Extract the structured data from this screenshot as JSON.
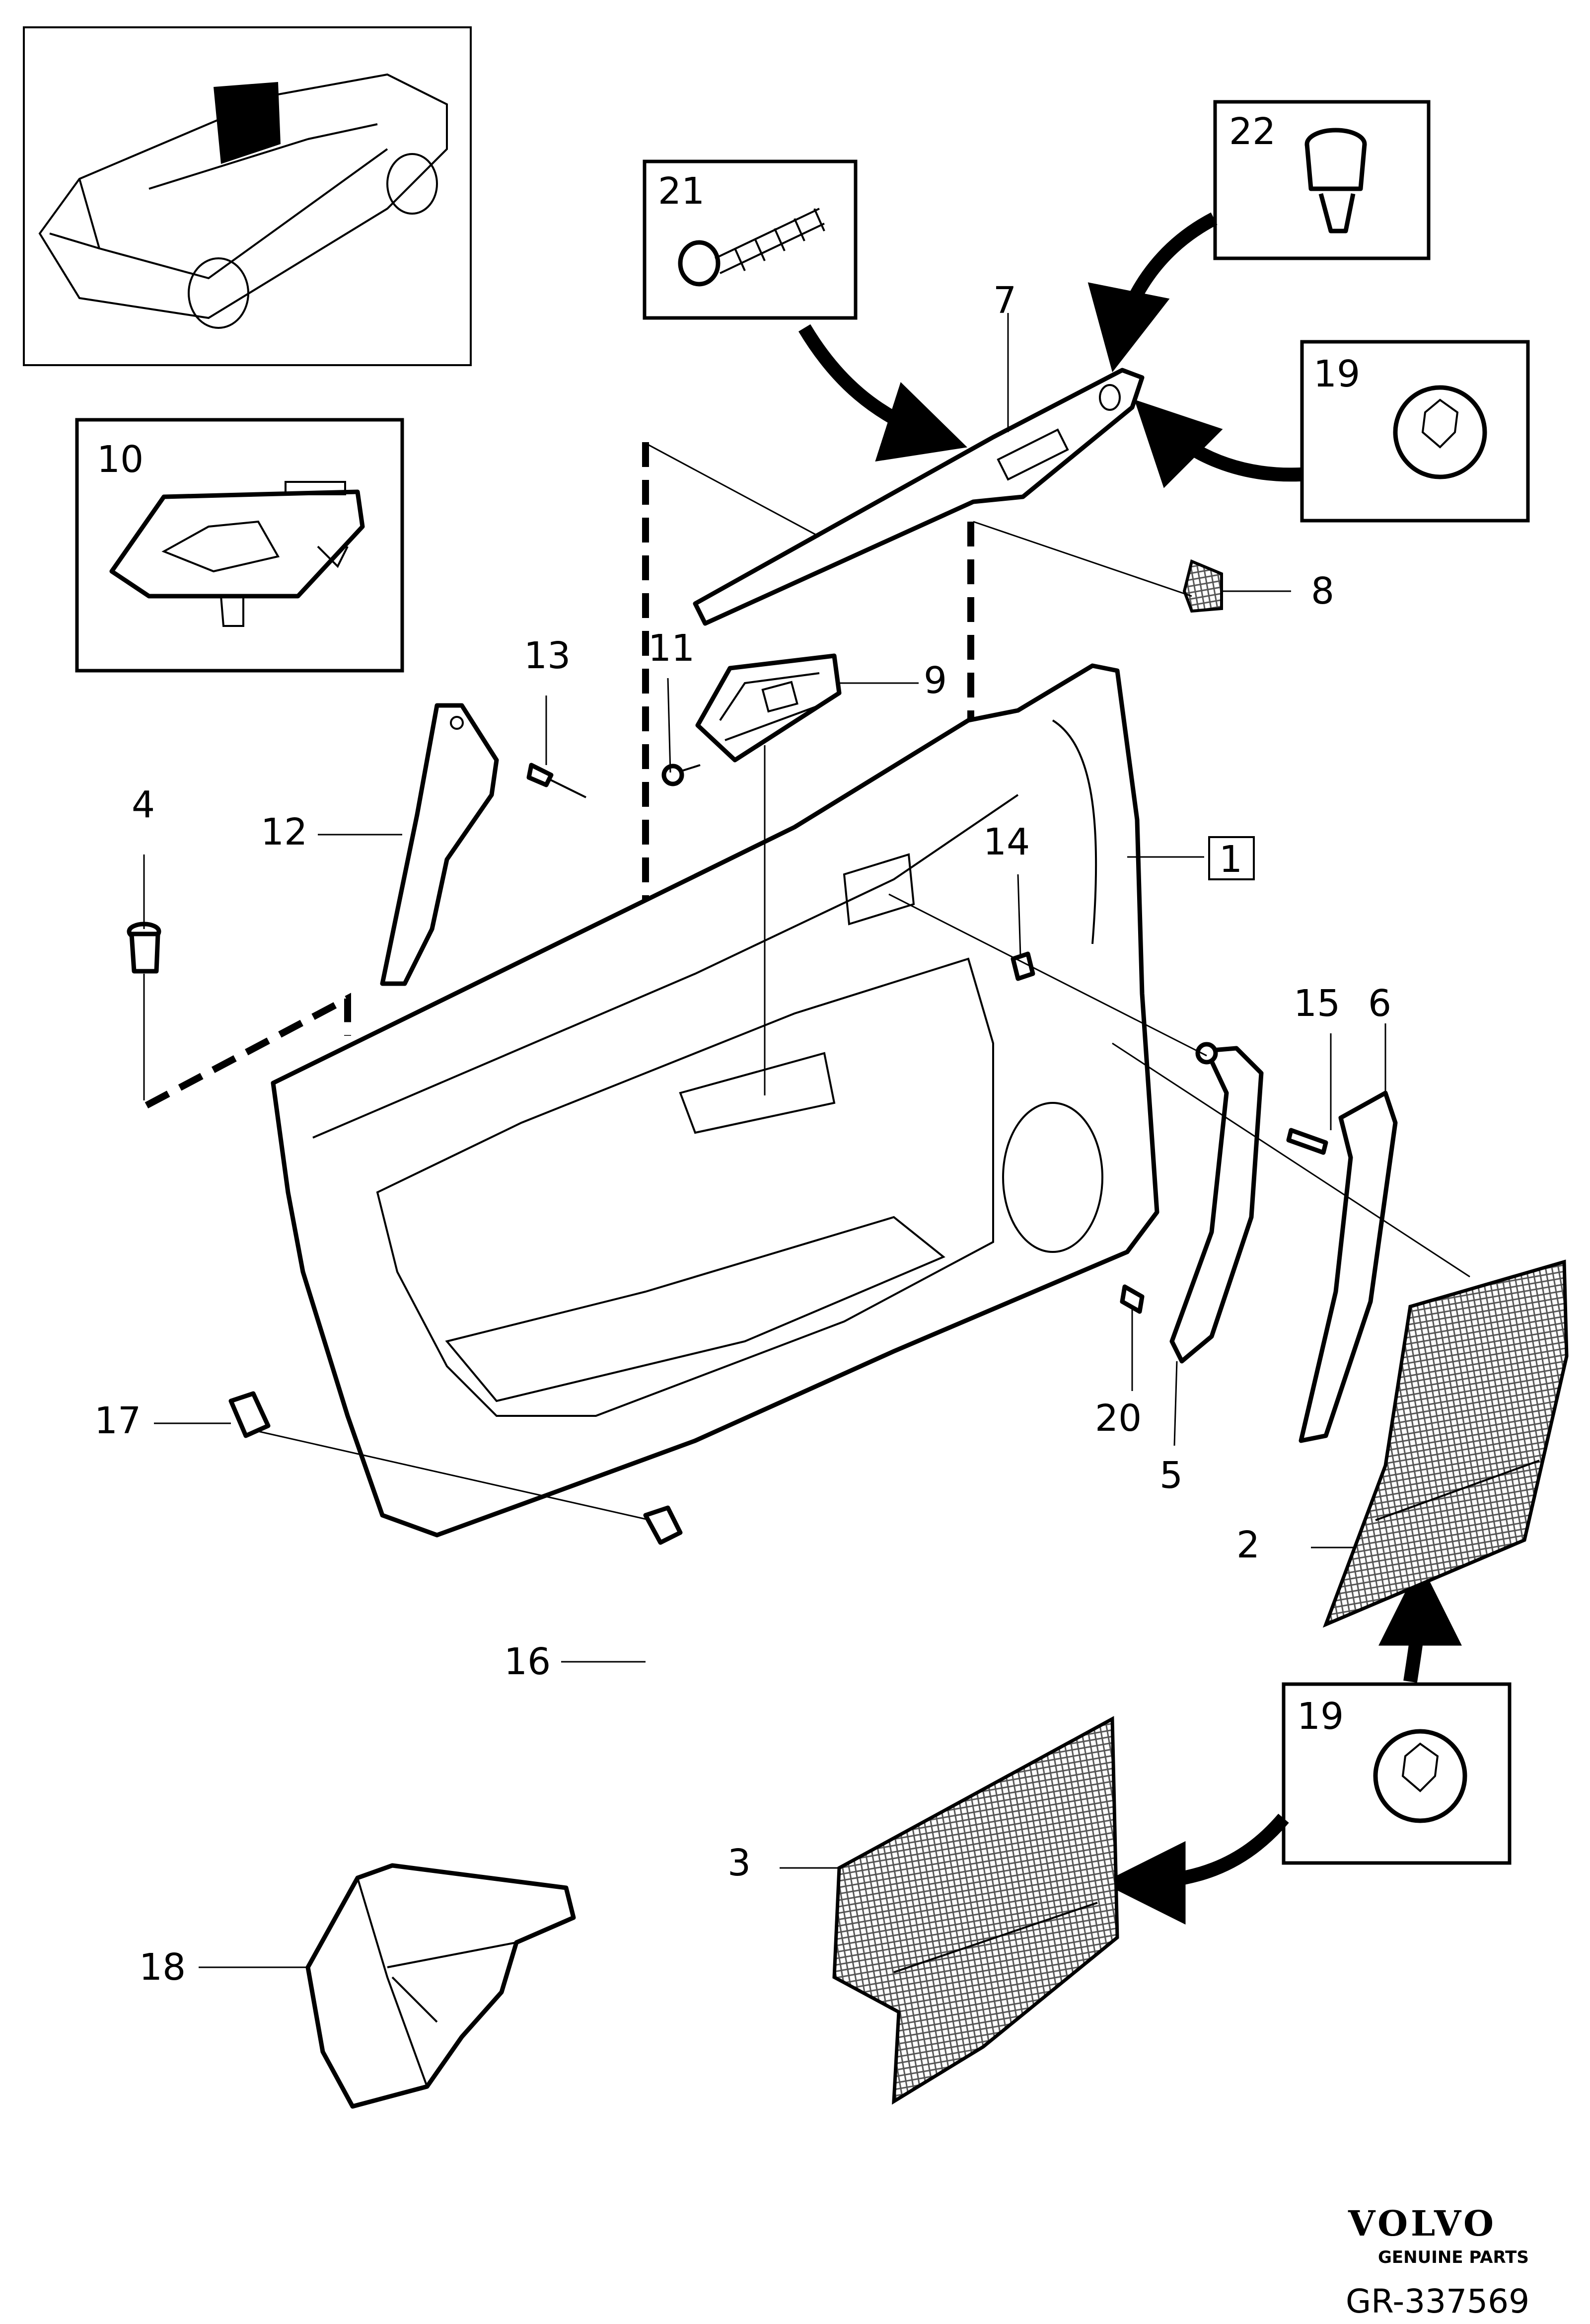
{
  "diagram": {
    "callouts": [
      "1",
      "2",
      "3",
      "4",
      "5",
      "6",
      "7",
      "8",
      "9",
      "10",
      "11",
      "12",
      "13",
      "14",
      "15",
      "16",
      "17",
      "18",
      "19",
      "20",
      "21",
      "22"
    ],
    "inset_callouts": {
      "box_21": "21",
      "box_22": "22",
      "box_19_top": "19",
      "box_19_bottom": "19",
      "box_10": "10"
    }
  },
  "footer": {
    "brand": "VOLVO",
    "brand_sub": "GENUINE PARTS",
    "code": "GR-337569"
  }
}
